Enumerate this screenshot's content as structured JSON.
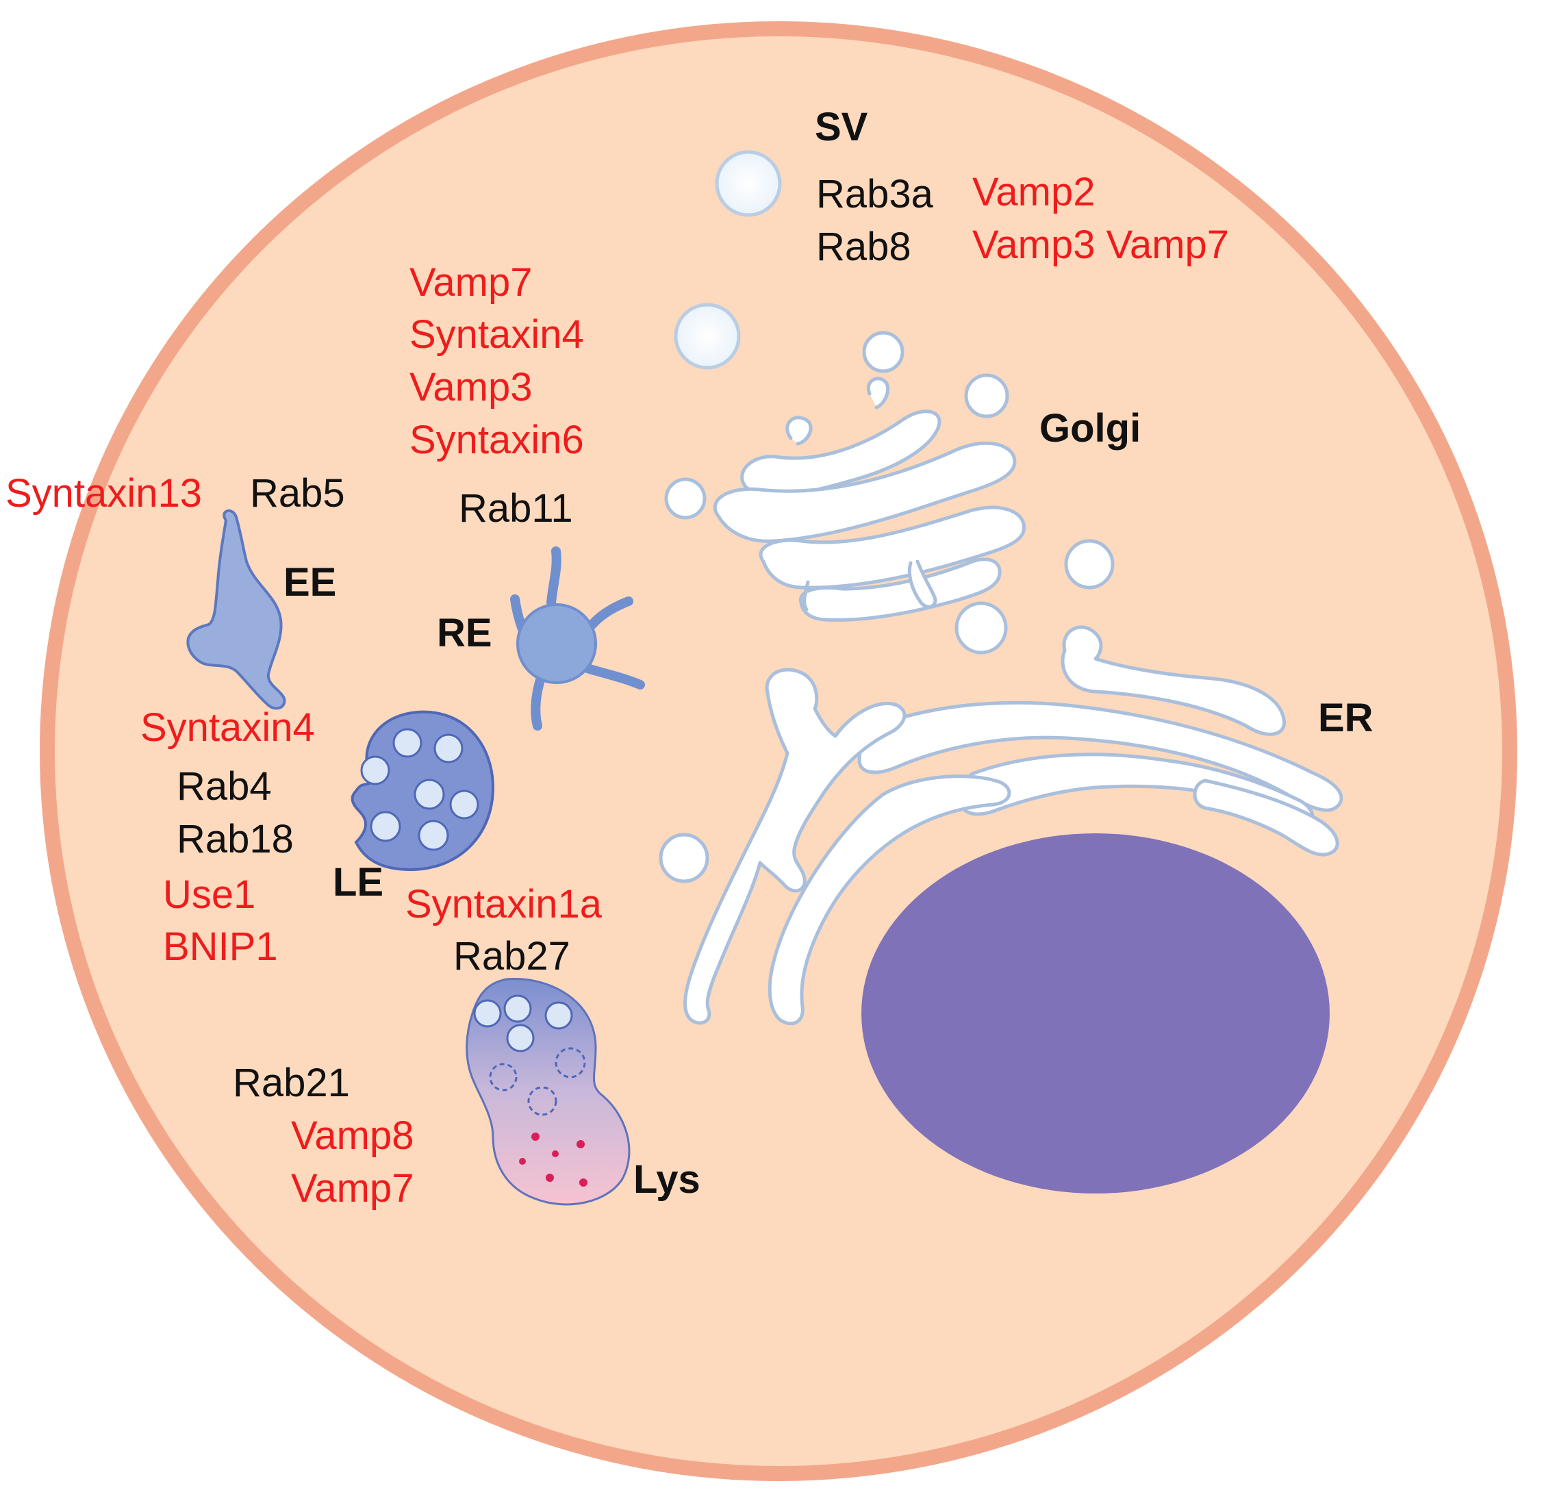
{
  "colors": {
    "cell_fill": "#fdd9bd",
    "cell_membrane": "#f3a78a",
    "snare_text": "#ee1c1c",
    "rab_text": "#111111",
    "organelle_fill": "#8fa6d8",
    "organelle_stroke": "#5b78c0",
    "golgi_er_stroke": "#a9bfdc",
    "nucleus_fill": "#7f72b9",
    "lysosome_bottom": "#f6c3d1"
  },
  "organelles": {
    "sv": {
      "name": "SV",
      "rabs": [
        "Rab3a",
        "Rab8"
      ],
      "snares": [
        "Vamp2",
        "Vamp3 Vamp7"
      ]
    },
    "vesicle_group": {
      "snares": [
        "Vamp7",
        "Syntaxin4",
        "Vamp3",
        "Syntaxin6"
      ]
    },
    "golgi": {
      "name": "Golgi"
    },
    "er": {
      "name": "ER"
    },
    "ee": {
      "name": "EE",
      "snares": [
        "Syntaxin13"
      ],
      "rabs": [
        "Rab5"
      ]
    },
    "re": {
      "name": "RE",
      "rabs": [
        "Rab11"
      ]
    },
    "le": {
      "name": "LE",
      "snares_top": [
        "Syntaxin4"
      ],
      "rabs": [
        "Rab4",
        "Rab18"
      ],
      "snares_bottom": [
        "Use1",
        "BNIP1"
      ]
    },
    "lys": {
      "name": "Lys",
      "snares_top": [
        "Syntaxin1a"
      ],
      "rabs_top": [
        "Rab27"
      ],
      "rabs_left": [
        "Rab21"
      ],
      "snares_left": [
        "Vamp8",
        "Vamp7"
      ]
    }
  }
}
